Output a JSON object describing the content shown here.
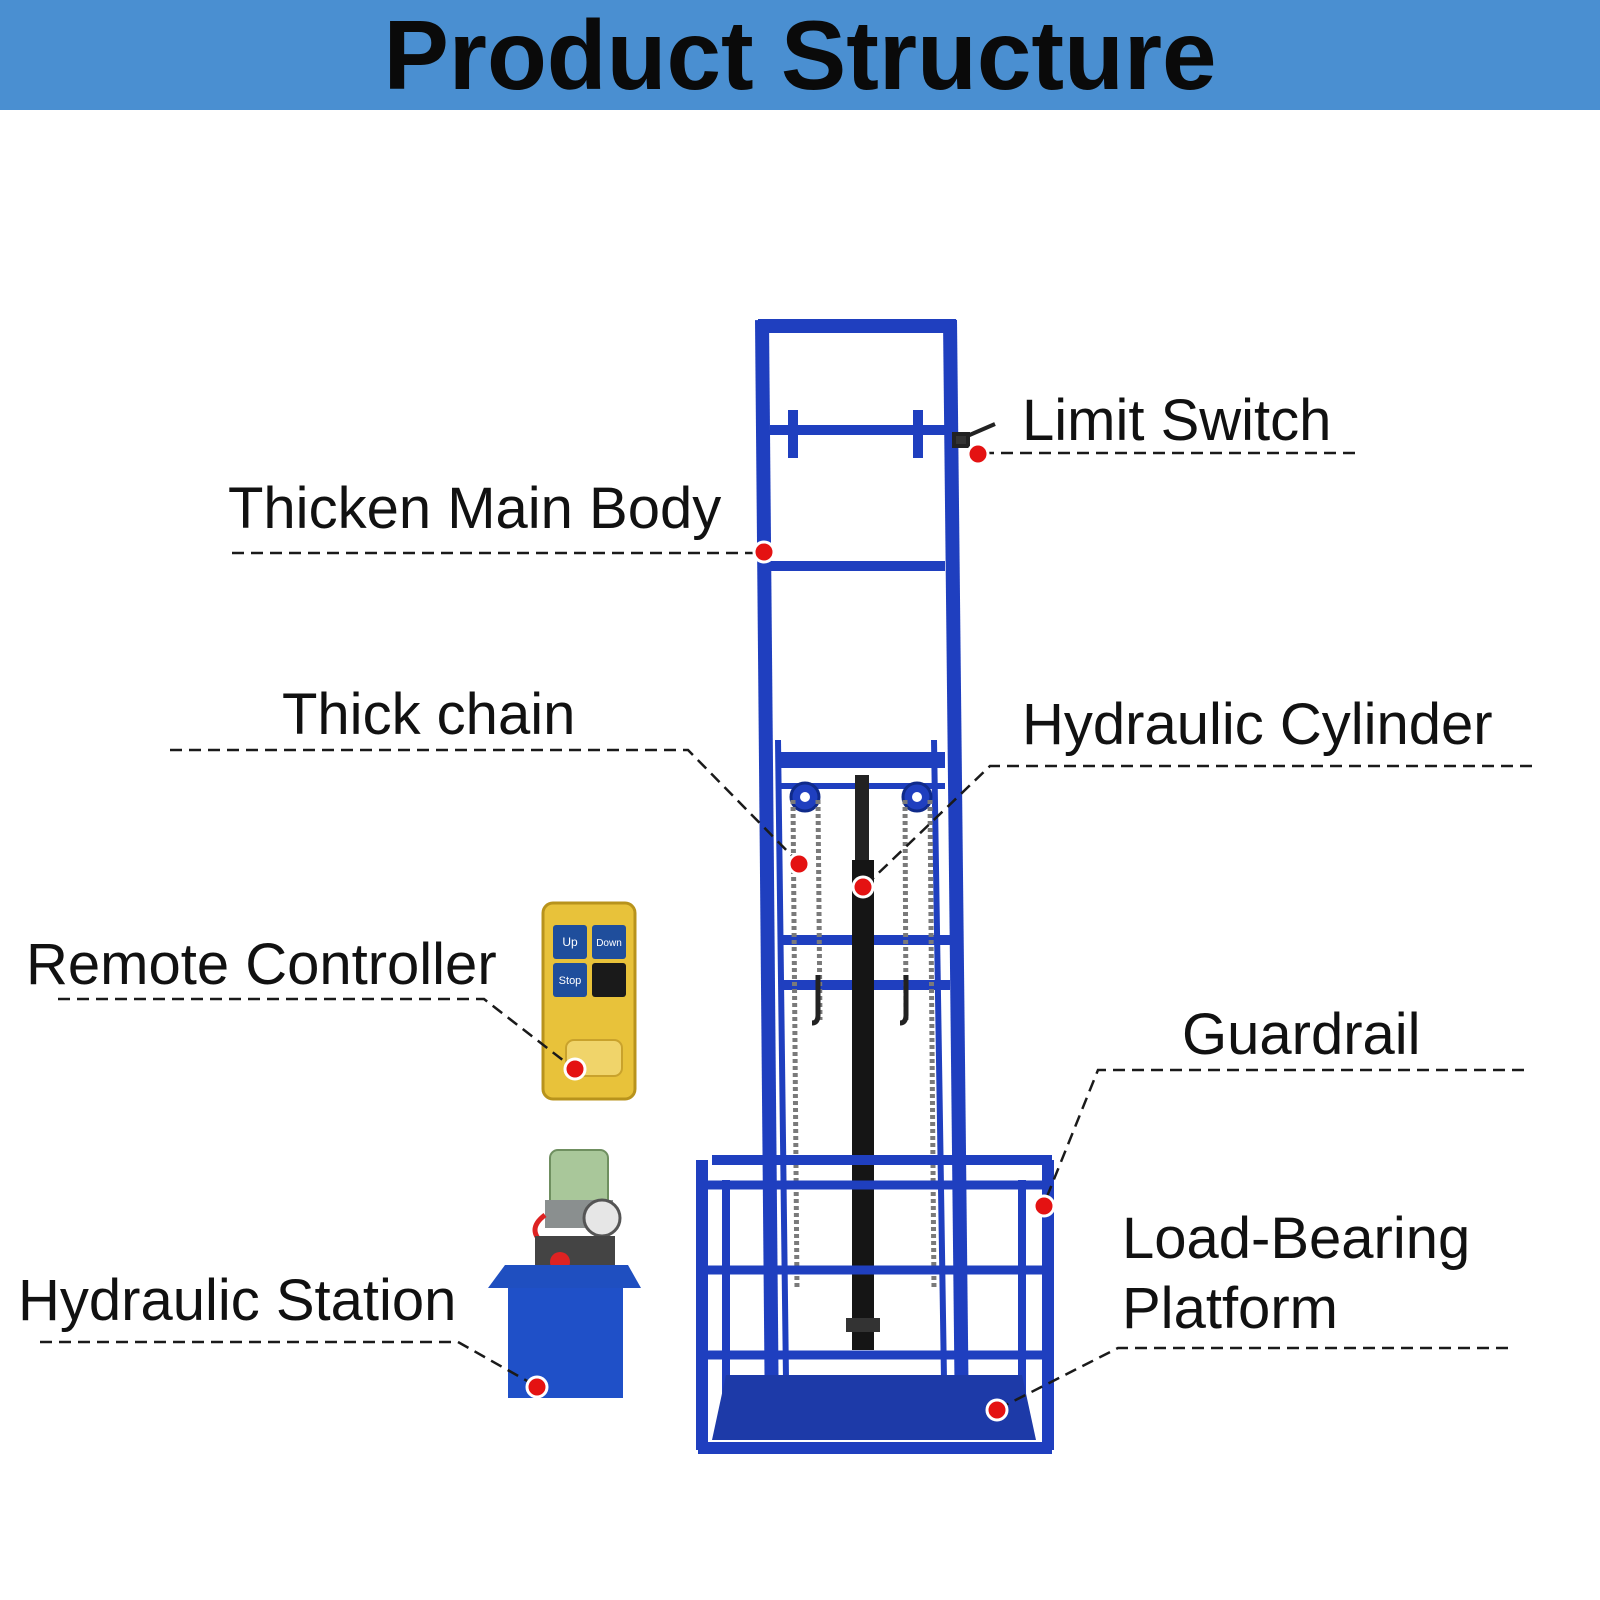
{
  "header": {
    "title": "Product Structure",
    "background_color": "#4a8fd1"
  },
  "colors": {
    "frame_blue": "#1f3fbf",
    "marker_red": "#e41212",
    "remote_yellow": "#e8c23a",
    "motor_green": "#a9c79a"
  },
  "callouts": {
    "limit_switch": "Limit Switch",
    "main_body": "Thicken Main Body",
    "chain": "Thick chain",
    "cylinder": "Hydraulic Cylinder",
    "remote": "Remote Controller",
    "guardrail": "Guardrail",
    "platform_line1": "Load-Bearing",
    "platform_line2": "Platform",
    "station": "Hydraulic Station"
  },
  "remote_buttons": {
    "up": "Up",
    "down": "Down",
    "stop": "Stop"
  }
}
